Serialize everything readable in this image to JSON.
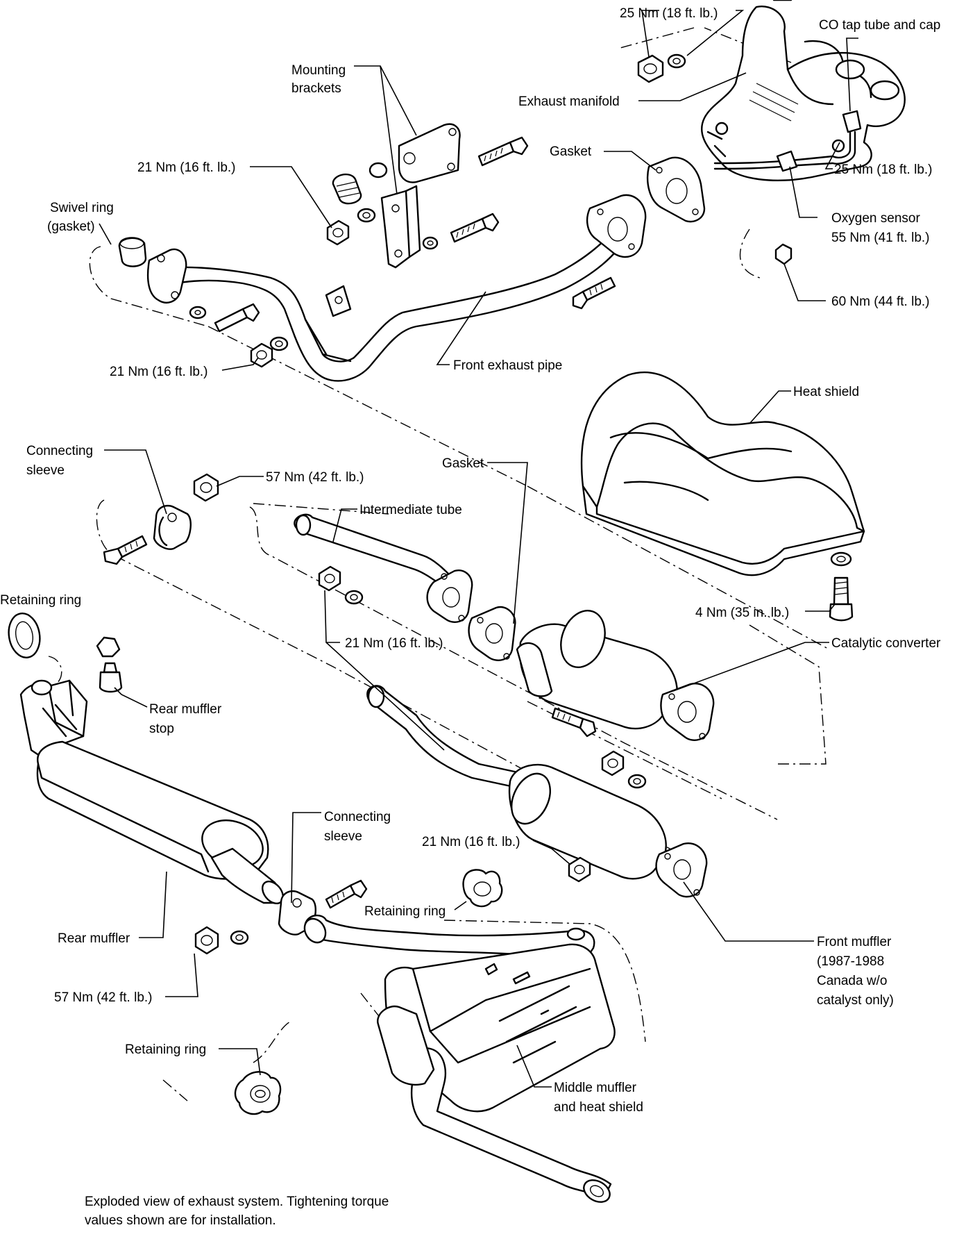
{
  "labels": {
    "torque_top": "25 Nm (18 ft. lb.)",
    "co_tap": "CO tap tube and cap",
    "mounting_1": "Mounting",
    "mounting_2": "brackets",
    "exhaust_manifold": "Exhaust manifold",
    "gasket_upper": "Gasket",
    "torque_21_a": "21 Nm (16 ft. lb.)",
    "torque_25_right": "25 Nm (18 ft. lb.)",
    "swivel_1": "Swivel ring",
    "swivel_2": "(gasket)",
    "oxygen_1": "Oxygen sensor",
    "oxygen_2": "55 Nm (41 ft. lb.)",
    "torque_60": "60 Nm (44 ft. lb.)",
    "torque_21_b": "21 Nm (16 ft. lb.)",
    "front_pipe": "Front exhaust pipe",
    "heat_shield": "Heat shield",
    "conn_sleeve_1a": "Connecting",
    "conn_sleeve_1b": "sleeve",
    "torque_57_a": "57 Nm (42 ft. lb.)",
    "gasket_mid": "Gasket",
    "intermediate": "Intermediate tube",
    "retaining_ring_1": "Retaining ring",
    "torque_4": "4 Nm (35 in. lb.)",
    "torque_21_c": "21 Nm (16 ft. lb.)",
    "catalytic": "Catalytic converter",
    "rear_stop_1": "Rear muffler",
    "rear_stop_2": "stop",
    "conn_sleeve_2a": "Connecting",
    "conn_sleeve_2b": "sleeve",
    "torque_21_d": "21 Nm (16 ft. lb.)",
    "retaining_ring_2": "Retaining ring",
    "rear_muffler": "Rear muffler",
    "front_muffler_1": "Front muffler",
    "front_muffler_2": "(1987-1988",
    "front_muffler_3": "Canada w/o",
    "front_muffler_4": "catalyst only)",
    "torque_57_b": "57 Nm (42 ft. lb.)",
    "retaining_ring_3": "Retaining ring",
    "middle_muffler_1": "Middle muffler",
    "middle_muffler_2": "and heat shield"
  },
  "caption": {
    "line1": "Exploded view of exhaust system. Tightening torque",
    "line2": "values shown are for installation."
  }
}
